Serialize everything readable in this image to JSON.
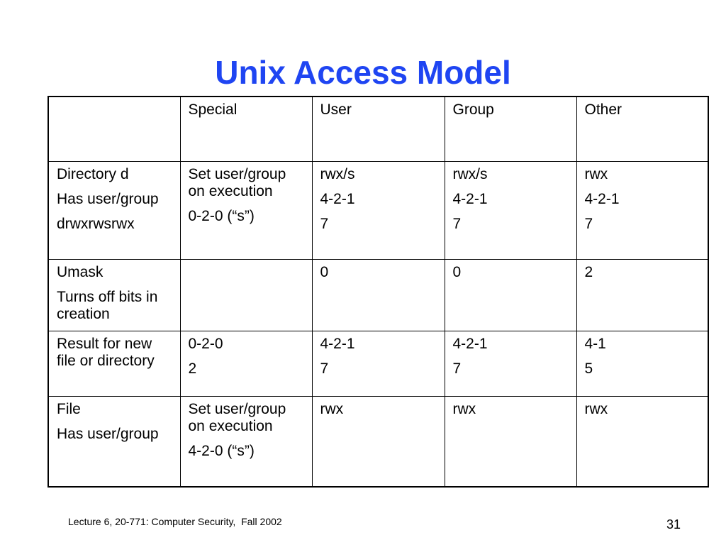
{
  "slide": {
    "title": "Unix Access Model",
    "footer": "Lecture 6, 20-771: Computer Security,  Fall 2002",
    "page_number": "31",
    "title_color": "#1f45f2"
  },
  "table": {
    "header": [
      "",
      "Special",
      "User",
      "Group",
      "Other"
    ],
    "rows": [
      {
        "label": [
          "Directory d",
          "Has user/group",
          "drwxrwsrwx"
        ],
        "special": [
          "Set user/group on execution",
          "0-2-0 (“s”)"
        ],
        "user": [
          "rwx/s",
          "4-2-1",
          "7"
        ],
        "group": [
          "rwx/s",
          "4-2-1",
          "7"
        ],
        "other": [
          "rwx",
          "4-2-1",
          "7"
        ]
      },
      {
        "label": [
          "Umask",
          "Turns off bits in creation"
        ],
        "special": [],
        "user": [
          "0"
        ],
        "group": [
          "0"
        ],
        "other": [
          "2"
        ]
      },
      {
        "label": [
          "Result for new file or directory"
        ],
        "special": [
          "0-2-0",
          "2"
        ],
        "user": [
          "4-2-1",
          "7"
        ],
        "group": [
          "4-2-1",
          "7"
        ],
        "other": [
          "4-1",
          "5"
        ]
      },
      {
        "label": [
          "File",
          "Has user/group"
        ],
        "special": [
          "Set user/group on execution",
          "4-2-0 (“s”)"
        ],
        "user": [
          "rwx"
        ],
        "group": [
          "rwx"
        ],
        "other": [
          "rwx"
        ]
      }
    ]
  }
}
